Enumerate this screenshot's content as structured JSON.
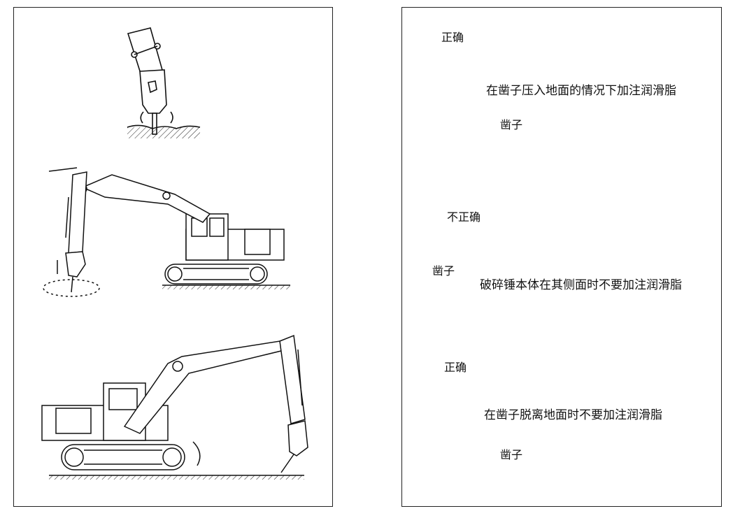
{
  "right": {
    "section1": {
      "status": "正确",
      "note": "在凿子压入地面的情况下加注润滑脂",
      "chisel": "凿子"
    },
    "section2": {
      "status": "不正确",
      "note": "破碎锤本体在其侧面时不要加注润滑脂",
      "chisel": "凿子"
    },
    "section3": {
      "status": "正确",
      "note": "在凿子脱离地面时不要加注润滑脂",
      "chisel": "凿子"
    }
  }
}
